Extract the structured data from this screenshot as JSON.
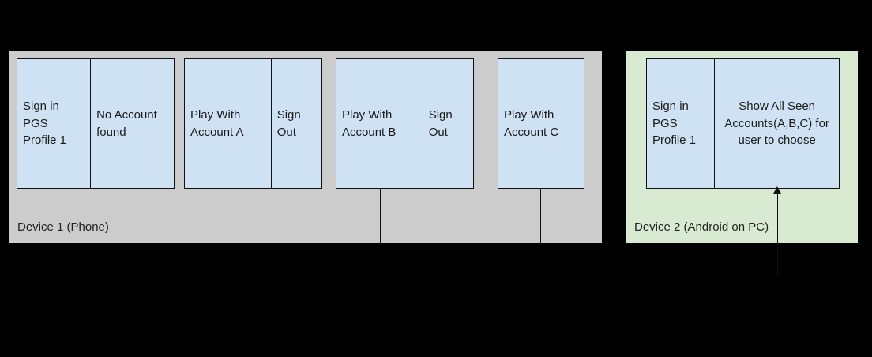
{
  "diagram": {
    "title_colors": {
      "background": "#000000",
      "device1_fill": "#cccccc",
      "device2_fill": "#d9ead3",
      "box_fill": "#cfe2f3",
      "stroke": "#111111"
    },
    "devices": [
      {
        "id": "device-1",
        "label": "Device 1 (Phone)",
        "groups": [
          {
            "id": "group-signin-noaccount",
            "cells": [
              {
                "id": "cell-sign-in-pgs-profile-1",
                "text": "Sign in PGS Profile 1",
                "align": "left"
              },
              {
                "id": "cell-no-account-found",
                "text": "No Account found",
                "align": "left"
              }
            ]
          },
          {
            "id": "group-account-a",
            "cells": [
              {
                "id": "cell-play-with-account-a",
                "text": "Play With Account A",
                "align": "left"
              },
              {
                "id": "cell-sign-out-a",
                "text": "Sign Out",
                "align": "left"
              }
            ]
          },
          {
            "id": "group-account-b",
            "cells": [
              {
                "id": "cell-play-with-account-b",
                "text": "Play With Account B",
                "align": "left"
              },
              {
                "id": "cell-sign-out-b",
                "text": "Sign Out",
                "align": "left"
              }
            ]
          },
          {
            "id": "group-account-c",
            "cells": [
              {
                "id": "cell-play-with-account-c",
                "text": "Play With Account C",
                "align": "left"
              }
            ]
          }
        ]
      },
      {
        "id": "device-2",
        "label": "Device 2 (Android on PC)",
        "groups": [
          {
            "id": "group-device2-signin-show-accounts",
            "cells": [
              {
                "id": "cell-sign-in-pgs-profile-1-d2",
                "text": "Sign in PGS Profile 1",
                "align": "left"
              },
              {
                "id": "cell-show-all-seen-accounts",
                "text": "Show All Seen Accounts(A,B,C) for user to choose",
                "align": "center"
              }
            ]
          }
        ]
      }
    ]
  }
}
